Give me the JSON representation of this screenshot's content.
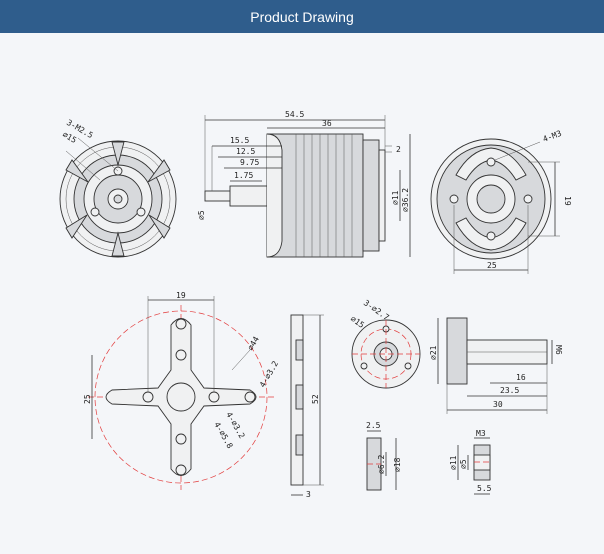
{
  "header": {
    "title": "Product Drawing"
  },
  "colors": {
    "header_bg": "#2f5d8c",
    "page_bg": "#f4f6f9",
    "centerline": "#e23b3b"
  },
  "top_front_view": {
    "holes": "3-M2.5",
    "diameter": "⌀15"
  },
  "side_view": {
    "length_total": "54.5",
    "body_length": "36",
    "shaft_a": "15.5",
    "shaft_b": "12.5",
    "shaft_c": "9.75",
    "shaft_d": "1.75",
    "shaft_dia": "⌀5",
    "flange": "2",
    "inner_dia": "⌀11",
    "body_dia": "⌀36.2"
  },
  "top_rear_view": {
    "holes": "4-M3",
    "pcd_h": "19",
    "pcd_w": "25"
  },
  "mount_plate": {
    "width": "19",
    "height": "25",
    "circle": "⌀44",
    "holes_a": "4-⌀3.2",
    "holes_b": "4-⌀3.2",
    "holes_c": "4-⌀5.8"
  },
  "plate_side": {
    "length": "52",
    "thickness": "3"
  },
  "prop_adapter_front": {
    "holes": "3-⌀2.7",
    "diameter": "⌀15"
  },
  "prop_adapter_side": {
    "dia": "⌀21",
    "thread": "M6",
    "len_a": "16",
    "len_b": "23.5",
    "len_c": "30"
  },
  "spacer": {
    "thick": "2.5",
    "inner": "⌀6.2",
    "outer": "⌀18"
  },
  "nut": {
    "thread": "M3",
    "outer": "⌀11",
    "inner": "⌀5",
    "length": "5.5"
  }
}
